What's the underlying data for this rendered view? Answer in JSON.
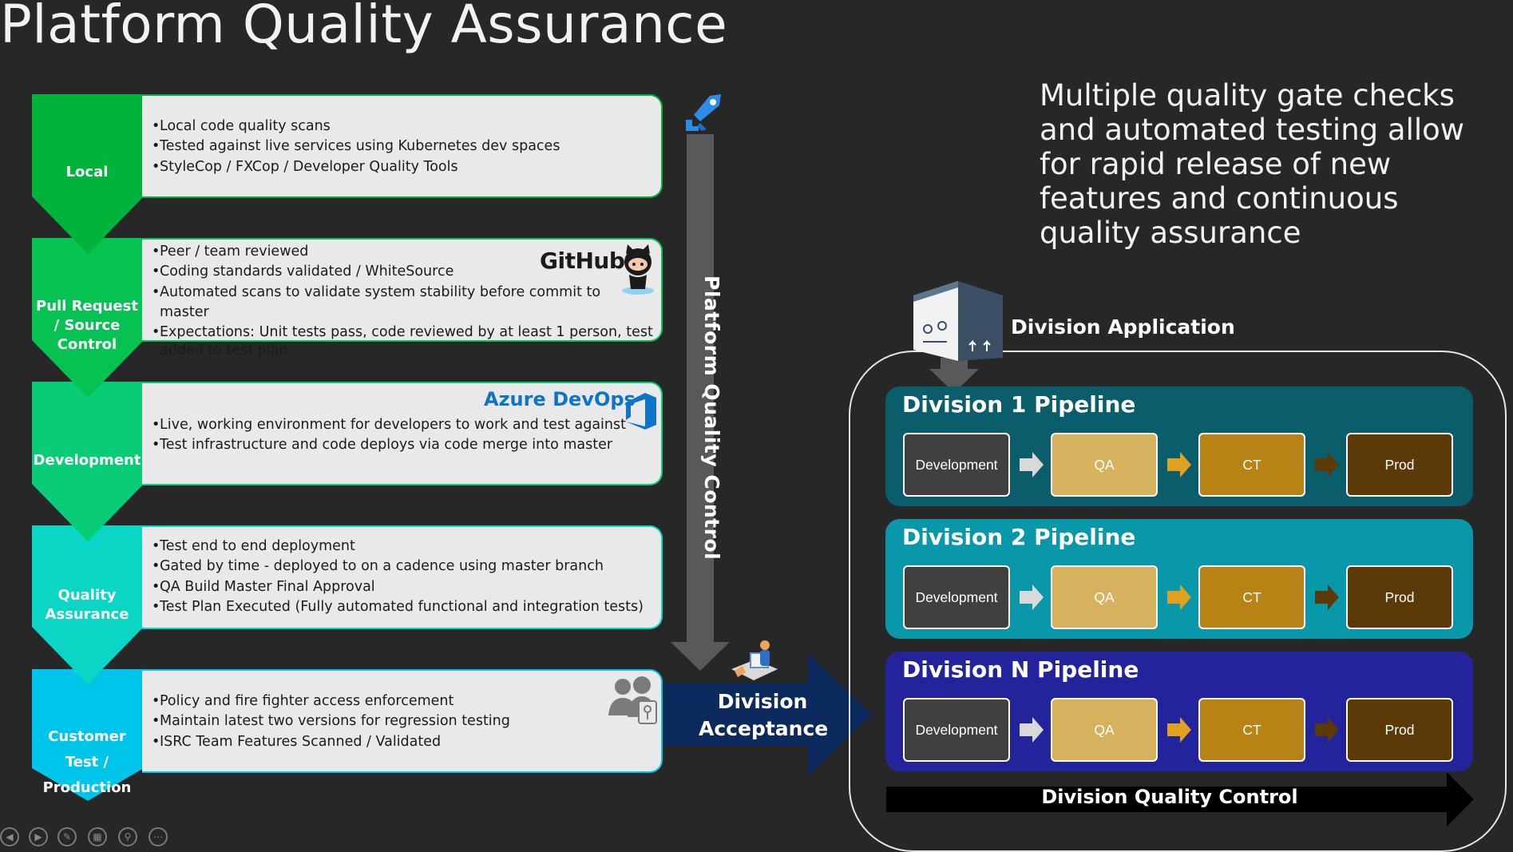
{
  "title": "Platform Quality Assurance",
  "tagline": "Multiple quality gate checks and automated testing allow for rapid release of new features and continuous quality assurance",
  "colors": {
    "background": "#272727",
    "local": "#00b33a",
    "pull_request": "#05c253",
    "development": "#09cc76",
    "quality_assurance": "#0bd5c4",
    "customer_test": "#00c5ea",
    "division1": "#0a5e6c",
    "division2": "#0898aa",
    "divisionN": "#23249c",
    "acceptance_arrow": "#0c2a5e"
  },
  "stages": [
    {
      "label": "Local",
      "bullets": [
        "Local code quality scans",
        "Tested against live services using Kubernetes dev spaces",
        "StyleCop / FXCop / Developer Quality Tools"
      ]
    },
    {
      "label": "Pull Request / Source Control",
      "logo_text": "GitHub",
      "bullets": [
        "Peer / team reviewed",
        "Coding standards validated / WhiteSource",
        "Automated scans to validate system stability before commit to master",
        "Expectations: Unit tests pass, code reviewed by at least 1 person, test added to test plan"
      ]
    },
    {
      "label": "Development",
      "logo_text": "Azure DevOps",
      "bullets": [
        "Live, working environment for developers to work and test against",
        "Test infrastructure and code deploys via code merge into master"
      ]
    },
    {
      "label": "Quality Assurance",
      "bullets": [
        "Test end to end deployment",
        "Gated by time - deployed to on a cadence using master branch",
        "QA Build Master Final Approval",
        "Test Plan Executed (Fully automated functional and integration tests)"
      ]
    },
    {
      "label": "Customer Test / Production",
      "bullets": [
        "Policy and fire fighter access enforcement",
        "Maintain latest two versions for regression testing",
        "ISRC Team Features Scanned / Validated"
      ]
    }
  ],
  "platform_quality_control": "Platform Quality Control",
  "division_acceptance": "Division Acceptance",
  "division_application": "Division Application",
  "pipelines": [
    {
      "title": "Division 1 Pipeline",
      "stages": [
        "Development",
        "QA",
        "CT",
        "Prod"
      ]
    },
    {
      "title": "Division 2 Pipeline",
      "stages": [
        "Development",
        "QA",
        "CT",
        "Prod"
      ]
    },
    {
      "title": "Division N Pipeline",
      "stages": [
        "Development",
        "QA",
        "CT",
        "Prod"
      ]
    }
  ],
  "division_quality_control": "Division Quality Control",
  "icons": [
    "azure-pipelines-icon",
    "github-octocat-icon",
    "azure-devops-icon",
    "admin-users-icon",
    "acceptance-person-icon",
    "division-app-package-icon"
  ],
  "nav_icons": [
    "previous-icon",
    "next-icon",
    "pen-icon",
    "slides-icon",
    "zoom-icon",
    "more-icon"
  ]
}
